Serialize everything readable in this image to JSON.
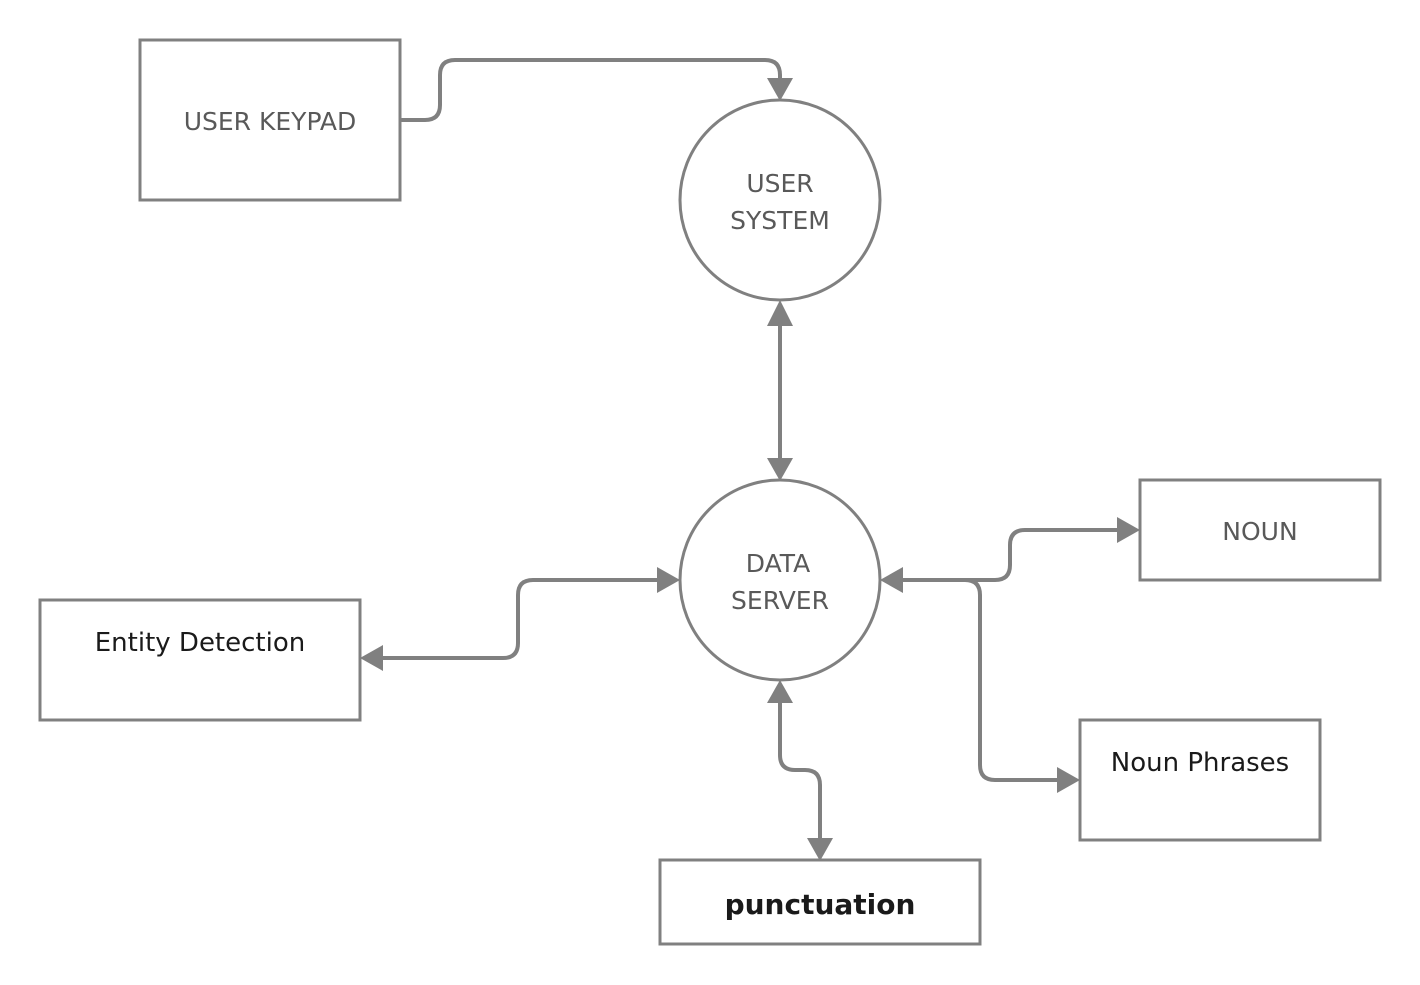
{
  "nodes": {
    "user_keypad": {
      "label": "USER KEYPAD"
    },
    "user_system": {
      "line1": "USER",
      "line2": "SYSTEM"
    },
    "data_server": {
      "line1": "DATA",
      "line2": "SERVER"
    },
    "noun": {
      "label": "NOUN"
    },
    "entity_detection": {
      "label": "Entity Detection"
    },
    "noun_phrases": {
      "label": "Noun Phrases"
    },
    "punctuation": {
      "label": "punctuation"
    }
  },
  "edges": [
    {
      "from": "USER KEYPAD",
      "to": "USER SYSTEM",
      "direction": "one-way"
    },
    {
      "from": "USER SYSTEM",
      "to": "DATA SERVER",
      "direction": "two-way"
    },
    {
      "from": "DATA SERVER",
      "to": "Entity Detection",
      "direction": "two-way"
    },
    {
      "from": "DATA SERVER",
      "to": "NOUN",
      "direction": "two-way"
    },
    {
      "from": "DATA SERVER",
      "to": "Noun Phrases",
      "direction": "two-way"
    },
    {
      "from": "DATA SERVER",
      "to": "punctuation",
      "direction": "two-way"
    }
  ],
  "colors": {
    "stroke": "#808080",
    "text_caps": "#595959",
    "text_dark": "#1a1a1a",
    "background": "#ffffff"
  }
}
